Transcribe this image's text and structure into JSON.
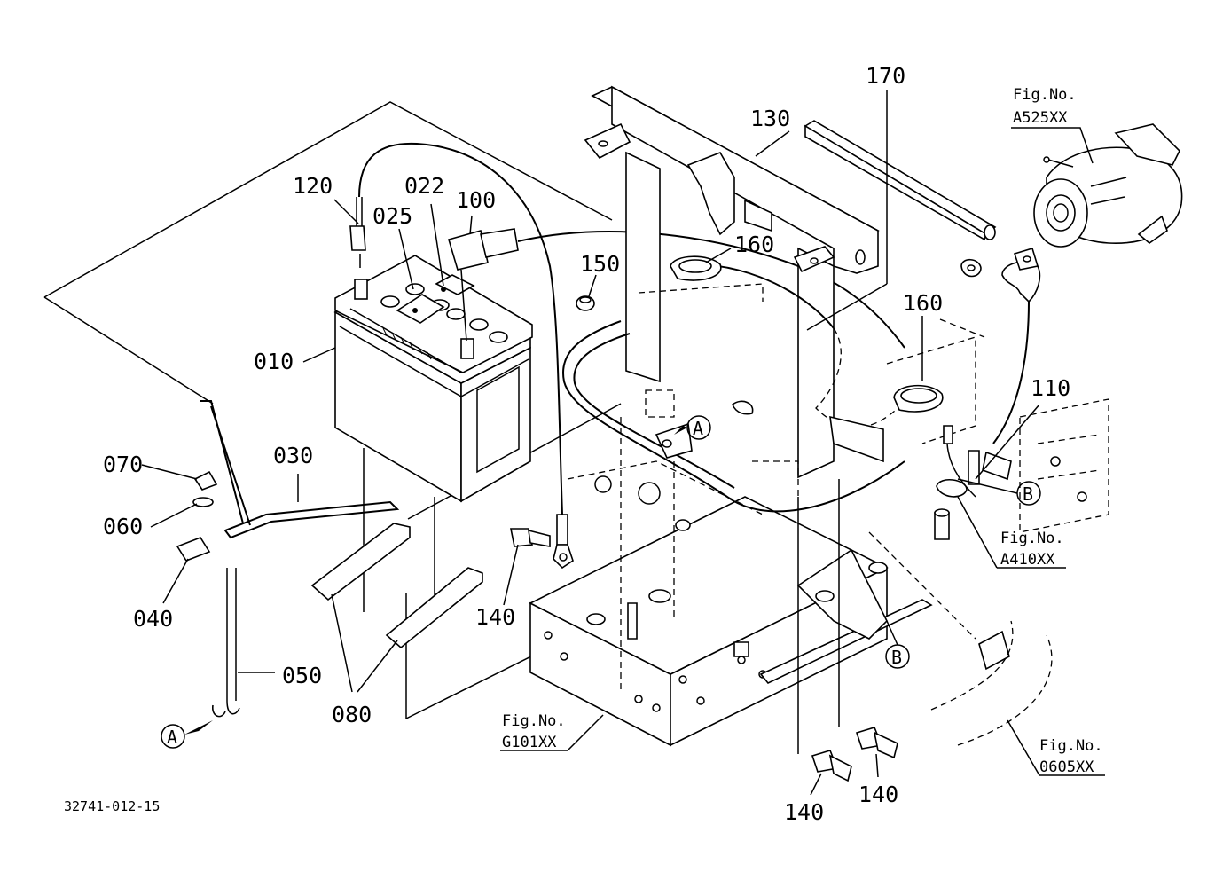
{
  "drawing_id": "32741-012-15",
  "labels": {
    "p010": "010",
    "p022": "022",
    "p025": "025",
    "p030": "030",
    "p040": "040",
    "p050": "050",
    "p060": "060",
    "p070": "070",
    "p080": "080",
    "p100": "100",
    "p110": "110",
    "p120": "120",
    "p130": "130",
    "p140a": "140",
    "p140b": "140",
    "p140c": "140",
    "p150": "150",
    "p160a": "160",
    "p160b": "160",
    "p170": "170"
  },
  "callouts": {
    "a1": "A",
    "a2": "A",
    "b1": "B",
    "b2": "B"
  },
  "fig_refs": {
    "starter": {
      "title": "Fig.No.",
      "code": "A525XX"
    },
    "frame": {
      "title": "Fig.No.",
      "code": "A410XX"
    },
    "base": {
      "title": "Fig.No.",
      "code": "G101XX"
    },
    "hose": {
      "title": "Fig.No.",
      "code": "0605XX"
    }
  }
}
